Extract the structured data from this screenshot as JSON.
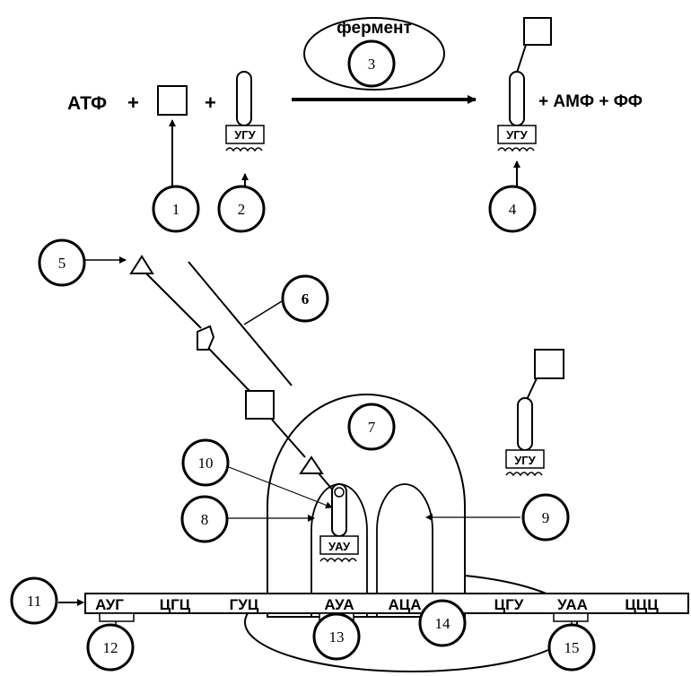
{
  "reaction": {
    "left_atf": "АТФ",
    "plus": "+",
    "right_products": "+ АМФ + ФФ",
    "enzyme": "фермент"
  },
  "anticodons": {
    "free_trna": "УГУ",
    "charged_trna": "УГУ",
    "incoming_trna": "УГУ",
    "ribosome_trna": "УАУ"
  },
  "mrna": {
    "codons": [
      "АУГ",
      "ЦГЦ",
      "ГУЦ",
      "АУА",
      "АЦА",
      "ЦГУ",
      "УАА",
      "ЦЦЦ"
    ]
  },
  "labels": [
    "1",
    "2",
    "3",
    "4",
    "5",
    "6",
    "7",
    "8",
    "9",
    "10",
    "11",
    "12",
    "13",
    "14",
    "15"
  ]
}
